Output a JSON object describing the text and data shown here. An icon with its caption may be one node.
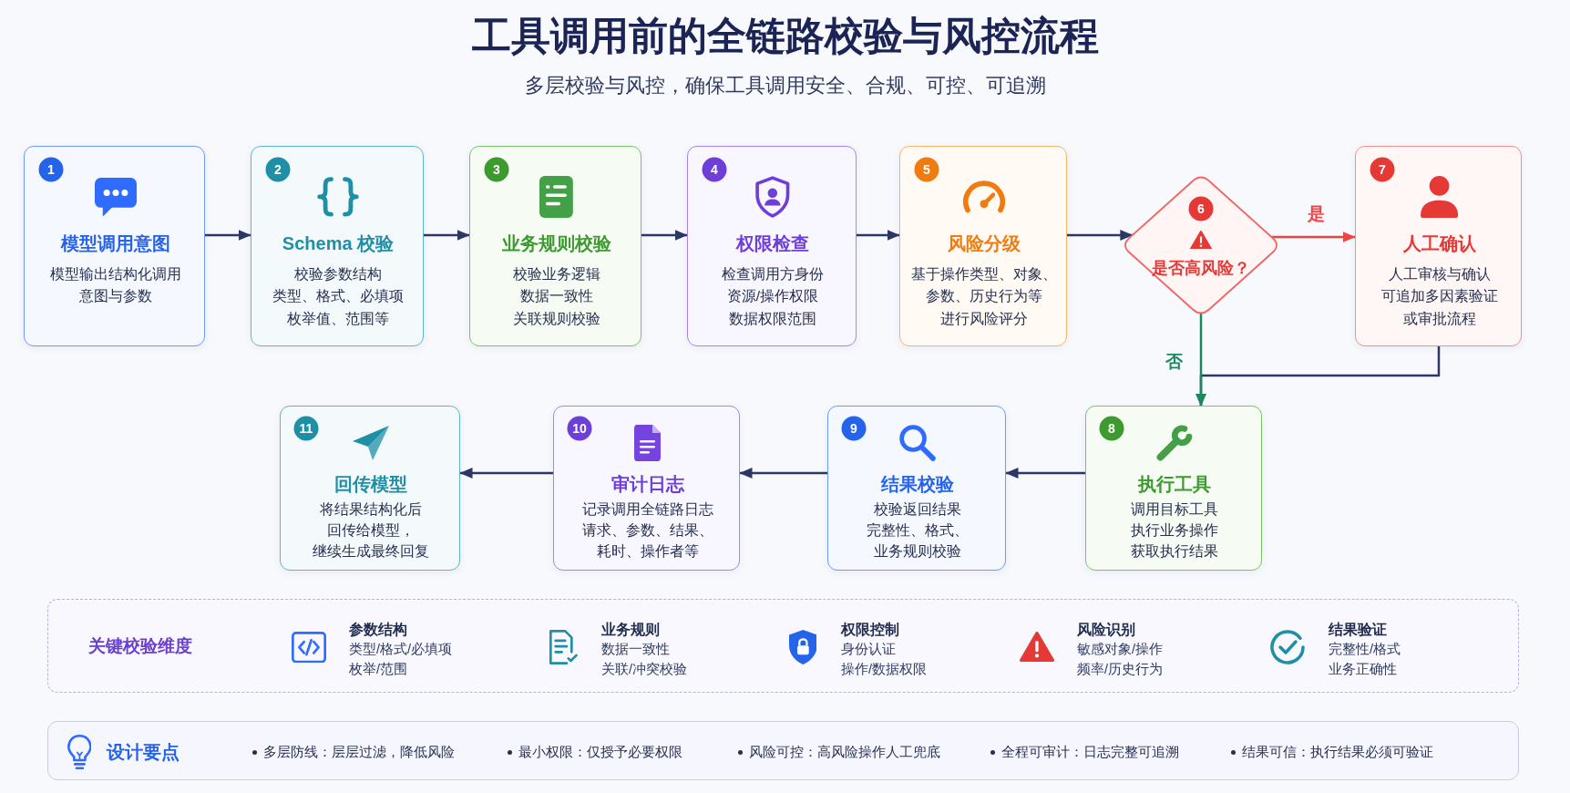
{
  "diagram": {
    "title": "工具调用前的全链路校验与风控流程",
    "nodes": [
      {
        "text": [
          "1",
          "模型调用意图",
          "模型输出结构化调用",
          "意图与参数"
        ]
      },
      {
        "text": [
          "2",
          "Schema 校验",
          "校验参数结构",
          "类型、格式、必填项",
          "枚举值、范围等"
        ]
      },
      {
        "text": [
          "3",
          "业务规则校验",
          "校验业务逻辑",
          "数据一致性",
          "关联规则校验"
        ]
      },
      {
        "text": [
          "4",
          "权限检查",
          "检查调用方身份",
          "资源/操作权限",
          "数据权限范围"
        ]
      },
      {
        "text": [
          "5",
          "风险分级",
          "基于操作类型、对象、",
          "参数、历史行为等",
          "进行风险评分"
        ]
      },
      {
        "text": [
          "6",
          "是否高风险？"
        ]
      },
      {
        "text": [
          "7",
          "人工确认",
          "人工审核与确认",
          "可追加多因素验证",
          "或审批流程"
        ]
      },
      {
        "text": [
          "8",
          "执行工具",
          "调用目标工具",
          "执行业务操作",
          "获取执行结果"
        ]
      },
      {
        "text": [
          "9",
          "结果校验",
          "校验返回结果",
          "完整性、格式、",
          "业务规则校验"
        ]
      },
      {
        "text": [
          "10",
          "审计日志",
          "记录调用全链路日志",
          "请求、参数、结果、",
          "耗时、操作者等"
        ]
      },
      {
        "text": [
          "11",
          "回传模型",
          "将结果结构化后",
          "回传给模型，",
          "继续生成最终回复"
        ]
      },
      {
        "text": [
          "关键校验维度",
          "参数结构",
          "类型/格式/必填项",
          "枚举/范围",
          "业务规则",
          "数据一致性",
          "关联/冲突校验",
          "权限控制",
          "身份认证",
          "操作/数据权限",
          "风险识别",
          "敏感对象/操作",
          "频率/历史行为",
          "结果验证",
          "完整性/格式",
          "业务正确性"
        ]
      },
      {
        "text": [
          "设计要点",
          "多层防线：层层过滤，降低风险",
          "最小权限：仅授予必要权限",
          "风险可控：高风险操作人工兜底",
          "全程可审计：日志完整可追溯",
          "结果可信：执行结果必须可验证"
        ]
      }
    ],
    "edges": [
      {
        "from": 0,
        "to": 1,
        "arrow": "to"
      },
      {
        "from": 1,
        "to": 2,
        "arrow": "to"
      },
      {
        "from": 2,
        "to": 3,
        "arrow": "to"
      },
      {
        "from": 3,
        "to": 4,
        "arrow": "to"
      },
      {
        "from": 4,
        "to": 5,
        "arrow": "to"
      },
      {
        "from": 5,
        "to": 6,
        "arrow": "to",
        "label": "是",
        "color": "#ef4444"
      },
      {
        "from": 5,
        "to": 7,
        "arrow": "to",
        "label": "否",
        "color": "#1a8a5e"
      },
      {
        "from": 6,
        "to": 7,
        "arrow": "to"
      },
      {
        "from": 7,
        "to": 8,
        "arrow": "to"
      },
      {
        "from": 8,
        "to": 9,
        "arrow": "to"
      },
      {
        "from": 9,
        "to": 10,
        "arrow": "to"
      }
    ],
    "labels": [
      "多层校验与风控，确保工具调用安全、合规、可控、可追溯"
    ]
  }
}
